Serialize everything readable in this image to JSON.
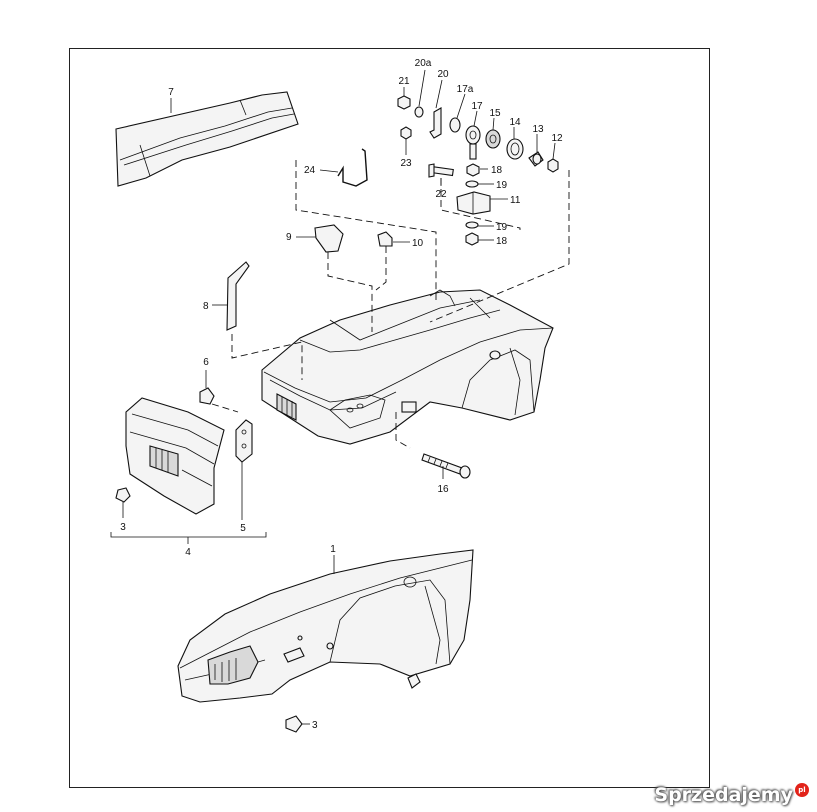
{
  "diagram": {
    "callouts": {
      "p1": "1",
      "p3a": "3",
      "p3b": "3",
      "p4": "4",
      "p5": "5",
      "p6": "6",
      "p7": "7",
      "p8": "8",
      "p9": "9",
      "p10": "10",
      "p11": "11",
      "p12": "12",
      "p13": "13",
      "p14": "14",
      "p15": "15",
      "p16": "16",
      "p17": "17",
      "p17a": "17a",
      "p18a": "18",
      "p18b": "18",
      "p19a": "19",
      "p19b": "19",
      "p20": "20",
      "p20a": "20a",
      "p21": "21",
      "p22": "22",
      "p23": "23",
      "p24": "24"
    }
  },
  "watermark": {
    "text": "Sprzedajemy",
    "badge": "pl",
    "color": "#e2231a"
  }
}
